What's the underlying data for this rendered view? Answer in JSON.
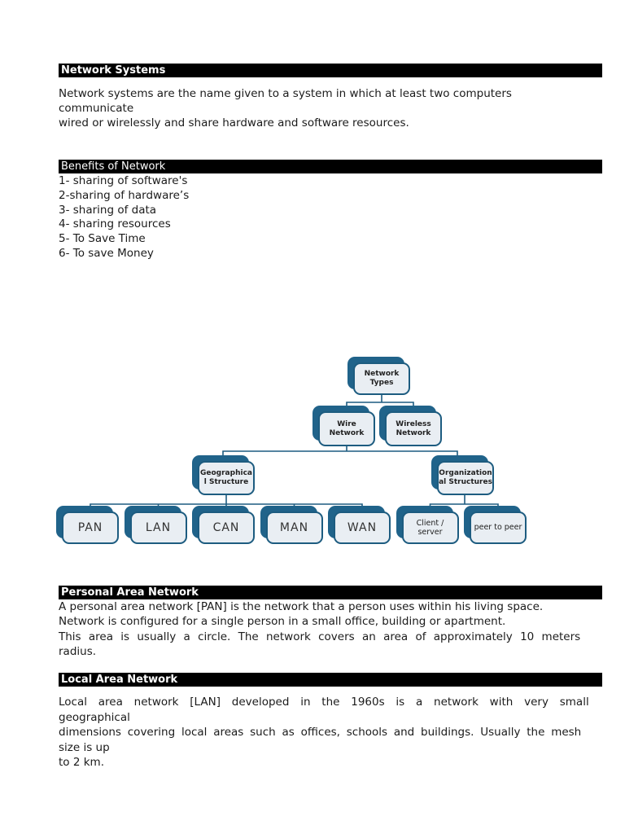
{
  "sections": {
    "network_systems": {
      "title": "Network Systems",
      "lines": [
        "Network systems are the name given to a system in which at least two computers",
        "communicate",
        "wired or wirelessly and share hardware and software resources."
      ]
    },
    "benefits": {
      "title": "Benefits of Network",
      "items": [
        "1- sharing of software's",
        "2-sharing of hardware’s",
        "3- sharing of data",
        "4- sharing resources",
        "5- To Save Time",
        "6- To save Money"
      ]
    },
    "pan": {
      "title": "Personal Area Network",
      "lines": [
        "A personal area network [PAN] is the network that a person uses within his living space.",
        "Network is configured for a single person in a small office, building or apartment.",
        "This area is usually a circle. The network covers an area of approximately 10 meters",
        "radius."
      ]
    },
    "lan": {
      "title": "Local Area Network",
      "lines": [
        "Local area network [LAN] developed in the 1960s is a network with very small",
        "geographical",
        "dimensions covering local areas such as offices, schools and buildings. Usually the mesh",
        "size is up",
        "to 2 km."
      ]
    }
  },
  "diagram": {
    "colors": {
      "shadow": "#20638a",
      "border": "#1d5c80",
      "fill": "#e9eef3",
      "connector": "#1d5c80"
    },
    "nodes": [
      {
        "id": "network-types",
        "lines": [
          "Network",
          "Types"
        ]
      },
      {
        "id": "wire-network",
        "lines": [
          "Wire",
          "Network"
        ]
      },
      {
        "id": "wireless-network",
        "lines": [
          "Wireless",
          "Network"
        ]
      },
      {
        "id": "geographical-structure",
        "lines": [
          "Geographica",
          "l Structure"
        ]
      },
      {
        "id": "organizational-structures",
        "lines": [
          "Organization",
          "al Structures"
        ]
      },
      {
        "id": "pan",
        "lines": [
          "PAN"
        ]
      },
      {
        "id": "lan",
        "lines": [
          "LAN"
        ]
      },
      {
        "id": "can",
        "lines": [
          "CAN"
        ]
      },
      {
        "id": "man",
        "lines": [
          "MAN"
        ]
      },
      {
        "id": "wan",
        "lines": [
          "WAN"
        ]
      },
      {
        "id": "client-server",
        "lines": [
          "Client /",
          "server"
        ]
      },
      {
        "id": "peer-to-peer",
        "lines": [
          "peer to peer"
        ]
      }
    ]
  }
}
